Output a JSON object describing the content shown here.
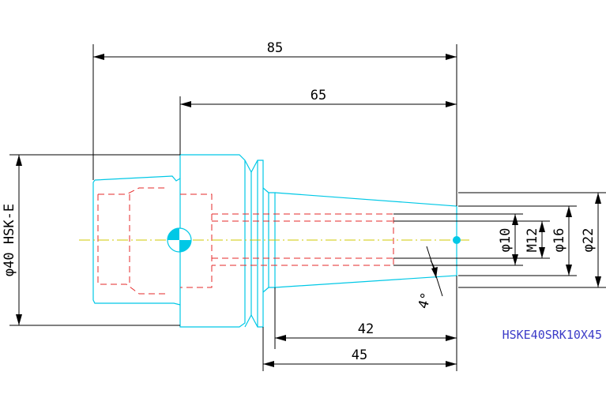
{
  "drawing": {
    "part_number": "HSKE40SRK10X45",
    "dimensions": {
      "overall_length": "85",
      "shank_length": "65",
      "taper_length_short": "42",
      "taper_length": "45",
      "interface_diameter": "φ40 HSK-E",
      "bore_diameter": "φ10",
      "thread": "M12",
      "nose_inner_diameter": "φ16",
      "nose_outer_diameter": "φ22",
      "taper_angle": "4°"
    }
  },
  "colors": {
    "outline": "#00c8e6",
    "hidden": "#e62828",
    "center": "#d2c800",
    "dimension": "#000000",
    "label": "#3c3cc8"
  }
}
